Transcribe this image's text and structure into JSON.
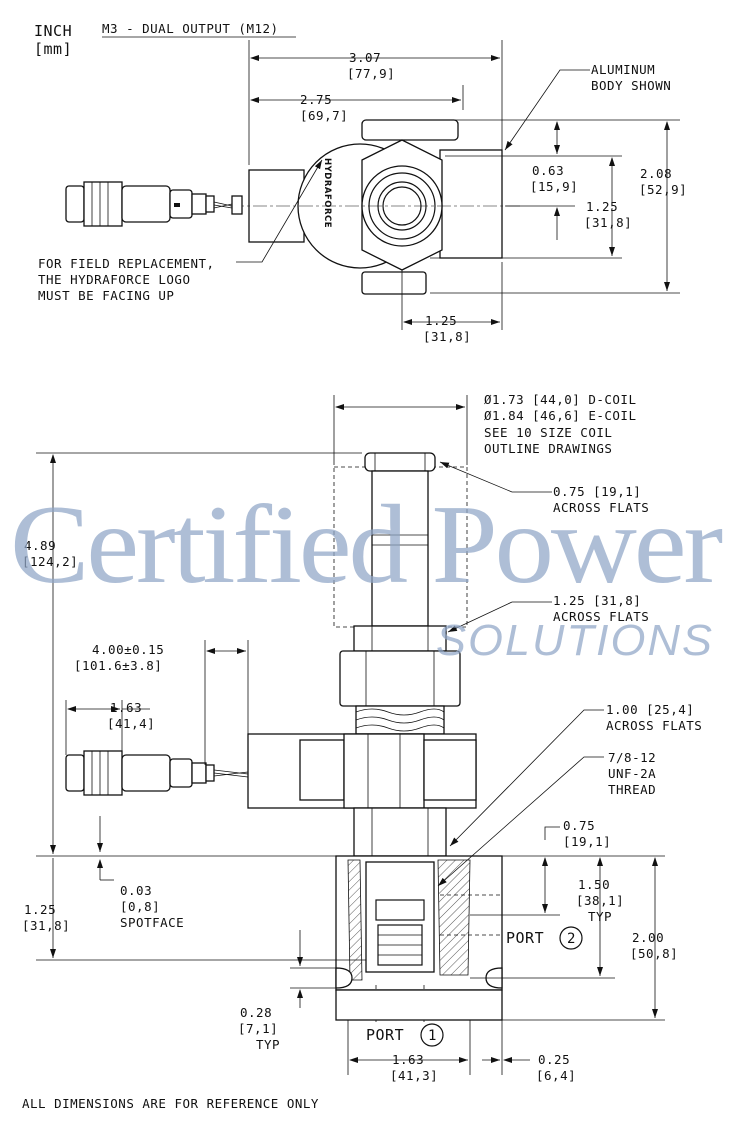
{
  "header": {
    "units_inch": "INCH",
    "units_mm": "[mm]",
    "model": "M3 - DUAL OUTPUT (M12)"
  },
  "top_view": {
    "dim_overall": {
      "inch": "3.07",
      "mm": "[77,9]"
    },
    "dim_to_center": {
      "inch": "2.75",
      "mm": "[69,7]"
    },
    "material_note": [
      "ALUMINUM",
      "BODY SHOWN"
    ],
    "dim_offset": {
      "inch": "0.63",
      "mm": "[15,9]"
    },
    "dim_height": {
      "inch": "2.08",
      "mm": "[52,9]"
    },
    "dim_center": {
      "inch": "1.25",
      "mm": "[31,8]"
    },
    "dim_bottom": {
      "inch": "1.25",
      "mm": "[31,8]"
    },
    "logo_note": [
      "FOR FIELD REPLACEMENT,",
      "THE HYDRAFORCE LOGO",
      "MUST BE FACING UP"
    ],
    "logo_text": "HYDRAFORCE"
  },
  "side_view": {
    "coil_note": [
      "Ø1.73 [44,0] D-COIL",
      "Ø1.84 [46,6] E-COIL",
      "SEE 10 SIZE COIL",
      "OUTLINE DRAWINGS"
    ],
    "nut_flats": [
      "0.75 [19,1]",
      "ACROSS FLATS"
    ],
    "overall_height": {
      "inch": "4.89",
      "mm": "[124,2]"
    },
    "hex_flats": [
      "1.25 [31,8]",
      "ACROSS FLATS"
    ],
    "connector_reach": {
      "inch": "4.00±0.15",
      "mm": "[101.6±3.8]"
    },
    "connector_len": {
      "inch": "1.63",
      "mm": "[41,4]"
    },
    "body_flats": [
      "1.00 [25,4]",
      "ACROSS FLATS"
    ],
    "thread": [
      "7/8-12",
      "UNF-2A",
      "THREAD"
    ],
    "port2_depth": {
      "inch": "0.75",
      "mm": "[19,1]"
    },
    "spotface": {
      "inch": "0.03",
      "mm": "[0,8]",
      "label": "SPOTFACE"
    },
    "cavity_depth": {
      "inch": "1.25",
      "mm": "[31,8]"
    },
    "port_spacing": {
      "inch": "1.50",
      "mm": "[38,1]",
      "typ": "TYP"
    },
    "body_height": {
      "inch": "2.00",
      "mm": "[50,8]"
    },
    "port2_label": "PORT",
    "port2_num": "2",
    "slot_width": {
      "inch": "0.28",
      "mm": "[7,1]",
      "typ": "TYP"
    },
    "port1_label": "PORT",
    "port1_num": "1",
    "body_width": {
      "inch": "1.63",
      "mm": "[41,3]"
    },
    "edge_offset": {
      "inch": "0.25",
      "mm": "[6,4]"
    }
  },
  "footer_note": "ALL DIMENSIONS ARE FOR REFERENCE ONLY",
  "watermark": {
    "line1": "Certified Power",
    "line2": "SOLUTIONS",
    "color": "#8fa6c7"
  }
}
